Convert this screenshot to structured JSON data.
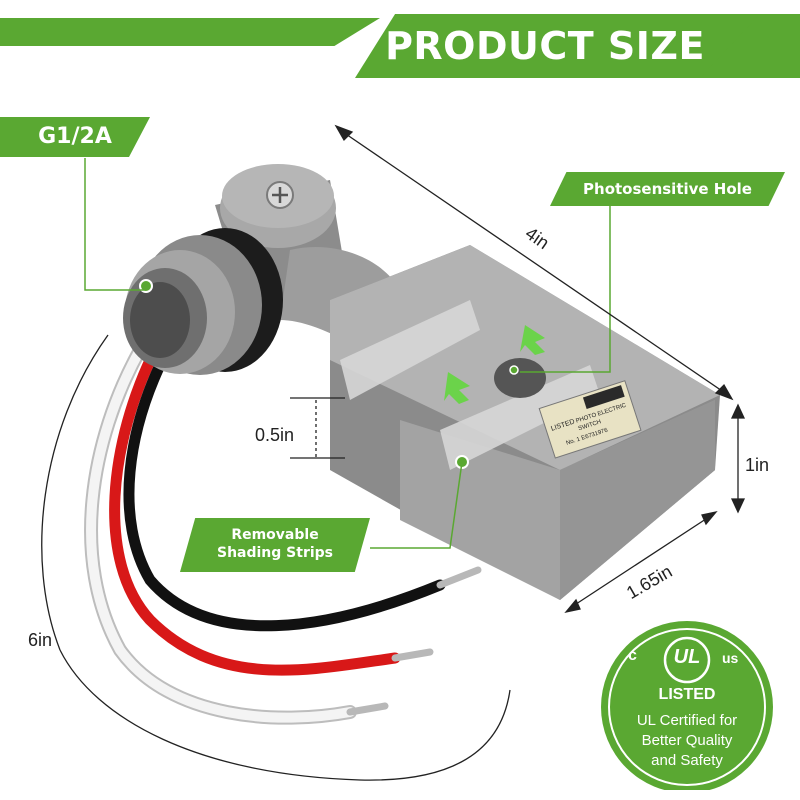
{
  "header": {
    "title": "PRODUCT SIZE"
  },
  "labels": {
    "thread": "G1/2A",
    "photosensitive": "Photosensitive Hole",
    "shading_line1": "Removable",
    "shading_line2": "Shading Strips"
  },
  "dimensions": {
    "length": "4in",
    "height": "1in",
    "width": "1.65in",
    "offset": "0.5in",
    "wire": "6in"
  },
  "product_label": {
    "line1": "LISTED",
    "line2": "PHOTO ELECTRIC",
    "line3": "SWITCH",
    "line4": "No. 1 E6731976"
  },
  "badge": {
    "c": "c",
    "ul": "UL",
    "us": "us",
    "listed": "LISTED",
    "line1": "UL Certified for",
    "line2": "Better Quality",
    "line3": "and Safety"
  },
  "colors": {
    "accent": "#5aa832",
    "housing": "#9a9a9a",
    "wire_black": "#111111",
    "wire_red": "#d81818",
    "wire_white": "#f2f2f2"
  }
}
